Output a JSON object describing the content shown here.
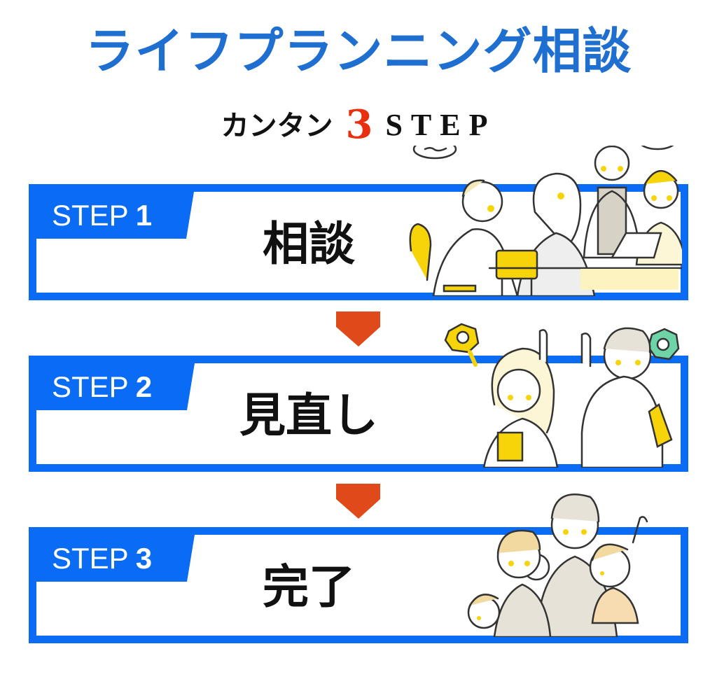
{
  "header": {
    "title": "ライフプランニング相談",
    "subtitle_prefix": "カンタン",
    "subtitle_number": "3",
    "subtitle_suffix": "STEP"
  },
  "colors": {
    "title_blue": "#1f6fd1",
    "frame_blue": "#0a6cf5",
    "accent_red": "#e8300f",
    "arrow_orange": "#e04a1a",
    "illus_yellow": "#f7d40a",
    "illus_green": "#6fd3a8"
  },
  "steps": [
    {
      "label": "STEP",
      "number": "1",
      "name": "相談",
      "illustration": "team-meeting-illustration"
    },
    {
      "label": "STEP",
      "number": "2",
      "name": "見直し",
      "illustration": "idea-lightbulb-illustration"
    },
    {
      "label": "STEP",
      "number": "3",
      "name": "完了",
      "illustration": "happy-family-illustration"
    }
  ],
  "arrows": [
    "down-arrow-icon",
    "down-arrow-icon"
  ]
}
